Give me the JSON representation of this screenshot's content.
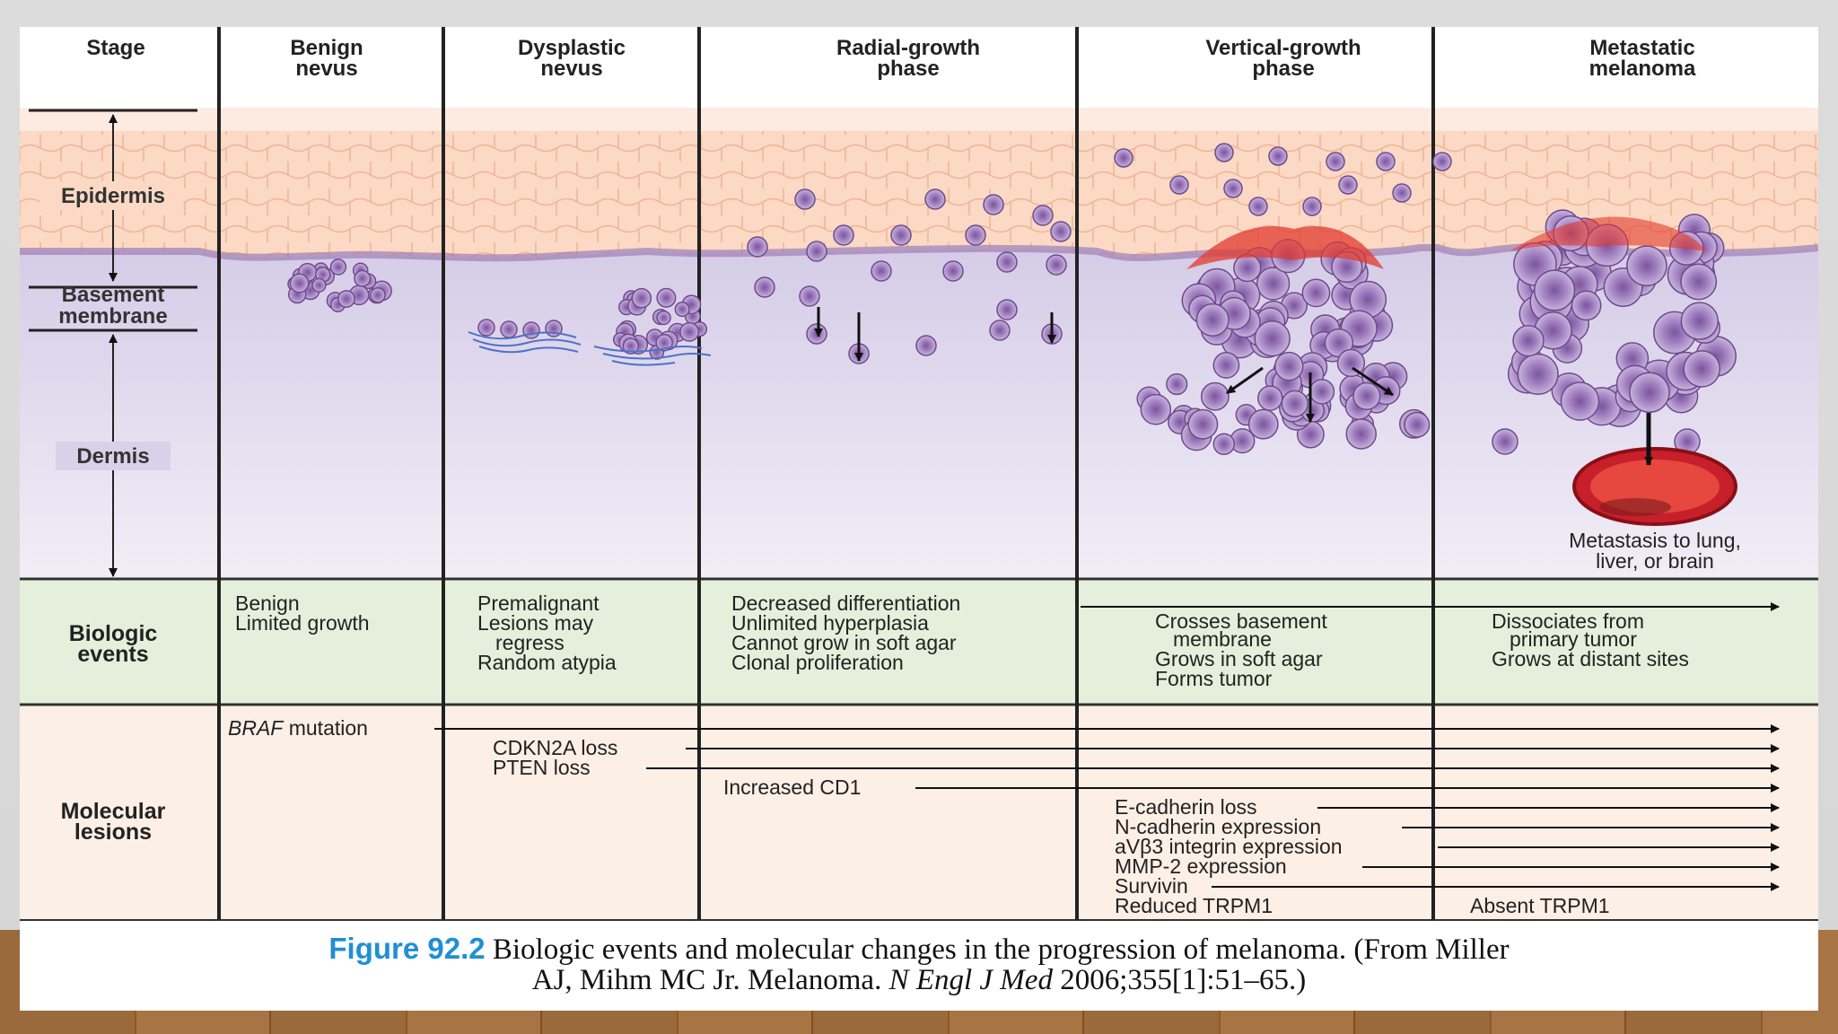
{
  "stages": [
    {
      "line1": "Stage",
      "line2": ""
    },
    {
      "line1": "Benign",
      "line2": "nevus"
    },
    {
      "line1": "Dysplastic",
      "line2": "nevus"
    },
    {
      "line1": "Radial-growth",
      "line2": "phase"
    },
    {
      "line1": "Vertical-growth",
      "line2": "phase"
    },
    {
      "line1": "Metastatic",
      "line2": "melanoma"
    }
  ],
  "layers": {
    "epidermis": "Epidermis",
    "basement_line1": "Basement",
    "basement_line2": "membrane",
    "dermis": "Dermis"
  },
  "metastasis_note": {
    "line1": "Metastasis to lung,",
    "line2": "liver, or brain"
  },
  "biologic_events": {
    "label_line1": "Biologic",
    "label_line2": "events",
    "benign": [
      "Benign",
      "Limited growth"
    ],
    "dysplastic": [
      "Premalignant",
      "Lesions may",
      "regress",
      "Random atypia"
    ],
    "radial": [
      "Decreased differentiation",
      "Unlimited hyperplasia",
      "Cannot grow in soft agar",
      "Clonal proliferation"
    ],
    "vertical": [
      "Crosses basement",
      "membrane",
      "Grows in soft agar",
      "Forms tumor"
    ],
    "metastatic": [
      "Dissociates from",
      "primary tumor",
      "Grows at distant sites"
    ]
  },
  "molecular_lesions": {
    "label_line1": "Molecular",
    "label_line2": "lesions",
    "braf_italic": "BRAF",
    "braf_rest": " mutation",
    "cdkn2a": "CDKN2A loss",
    "pten": "PTEN loss",
    "cd1": "Increased CD1",
    "ecadherin": "E-cadherin loss",
    "ncadherin": "N-cadherin expression",
    "integrin": "aVβ3 integrin expression",
    "mmp2": "MMP-2 expression",
    "survivin": "Survivin",
    "reduced_trpm1": "Reduced TRPM1",
    "absent_trpm1": "Absent TRPM1"
  },
  "caption": {
    "figure_num": "Figure 92.2",
    "text1": " Biologic events and molecular changes in the progression of melanoma. (From Miller",
    "text2a": "AJ, Mihm MC Jr. Melanoma. ",
    "journal": "N Engl J Med",
    "text2b": " 2006;355[1]:51–65.)"
  },
  "colors": {
    "epidermis": "#fbd9c4",
    "dermis": "#ddd6ec",
    "biologic_row": "#e4f0dc",
    "molecular_row": "#fcefe6",
    "cell": "#8f67ad",
    "vessel": "#c8202a",
    "caption_number": "#1f8fd6"
  }
}
